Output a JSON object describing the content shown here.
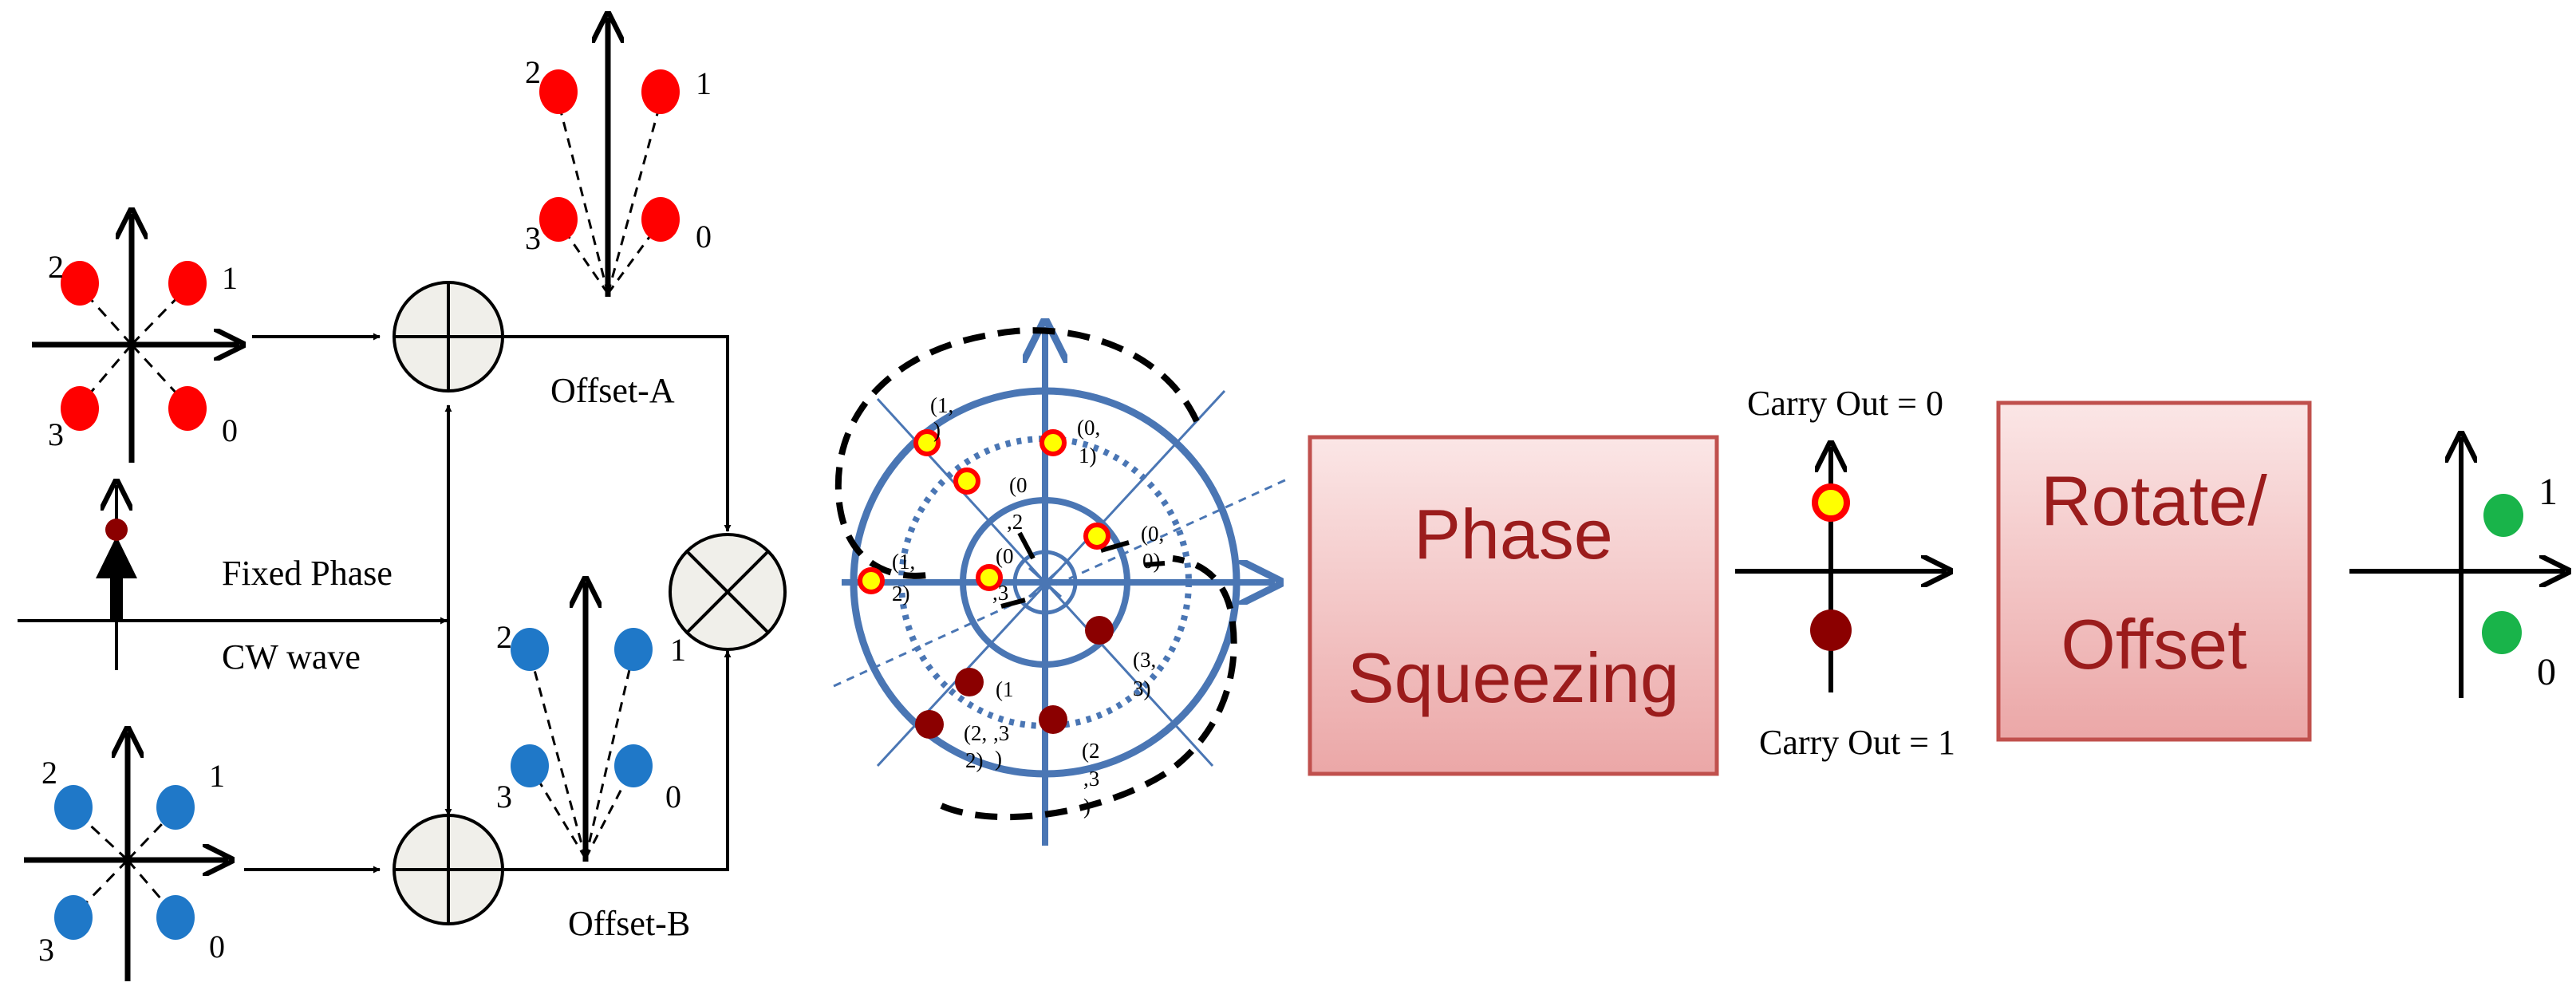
{
  "colors": {
    "red": "#ff0000",
    "blue": "#1f78c8",
    "darkred": "#8b0000",
    "green": "#19b44a",
    "yellow": "#ffff00",
    "steel": "#4a76b4",
    "block_fill": "#f1c4c4",
    "block_border": "#c0504d",
    "block_text": "#9b1c1c"
  },
  "input_top": {
    "labels": [
      "2",
      "1",
      "3",
      "0"
    ]
  },
  "input_bottom": {
    "labels": [
      "2",
      "1",
      "3",
      "0"
    ]
  },
  "offset_a": {
    "label": "Offset-A",
    "points": [
      "2",
      "1",
      "3",
      "0"
    ]
  },
  "offset_b": {
    "label": "Offset-B",
    "points": [
      "2",
      "1",
      "3",
      "0"
    ]
  },
  "cw": {
    "line1": "Fixed Phase",
    "line2": "CW wave"
  },
  "mixer": {
    "labels": [
      "(1,",
      ")",
      "(0,",
      "1)",
      "(0",
      ",2",
      "(0,",
      "0)",
      "(1,",
      "2)",
      "(0",
      ",3",
      "(1",
      "(3,",
      "3)",
      "(2,",
      ",3",
      "2)",
      ")",
      "(2",
      ",3",
      ")"
    ]
  },
  "phase_squeezing": {
    "line1": "Phase",
    "line2": "Squeezing"
  },
  "carry": {
    "top": "Carry Out = 0",
    "bottom": "Carry Out = 1"
  },
  "rotate_offset": {
    "line1": "Rotate/",
    "line2": "Offset"
  },
  "output": {
    "labels": [
      "1",
      "0"
    ]
  }
}
